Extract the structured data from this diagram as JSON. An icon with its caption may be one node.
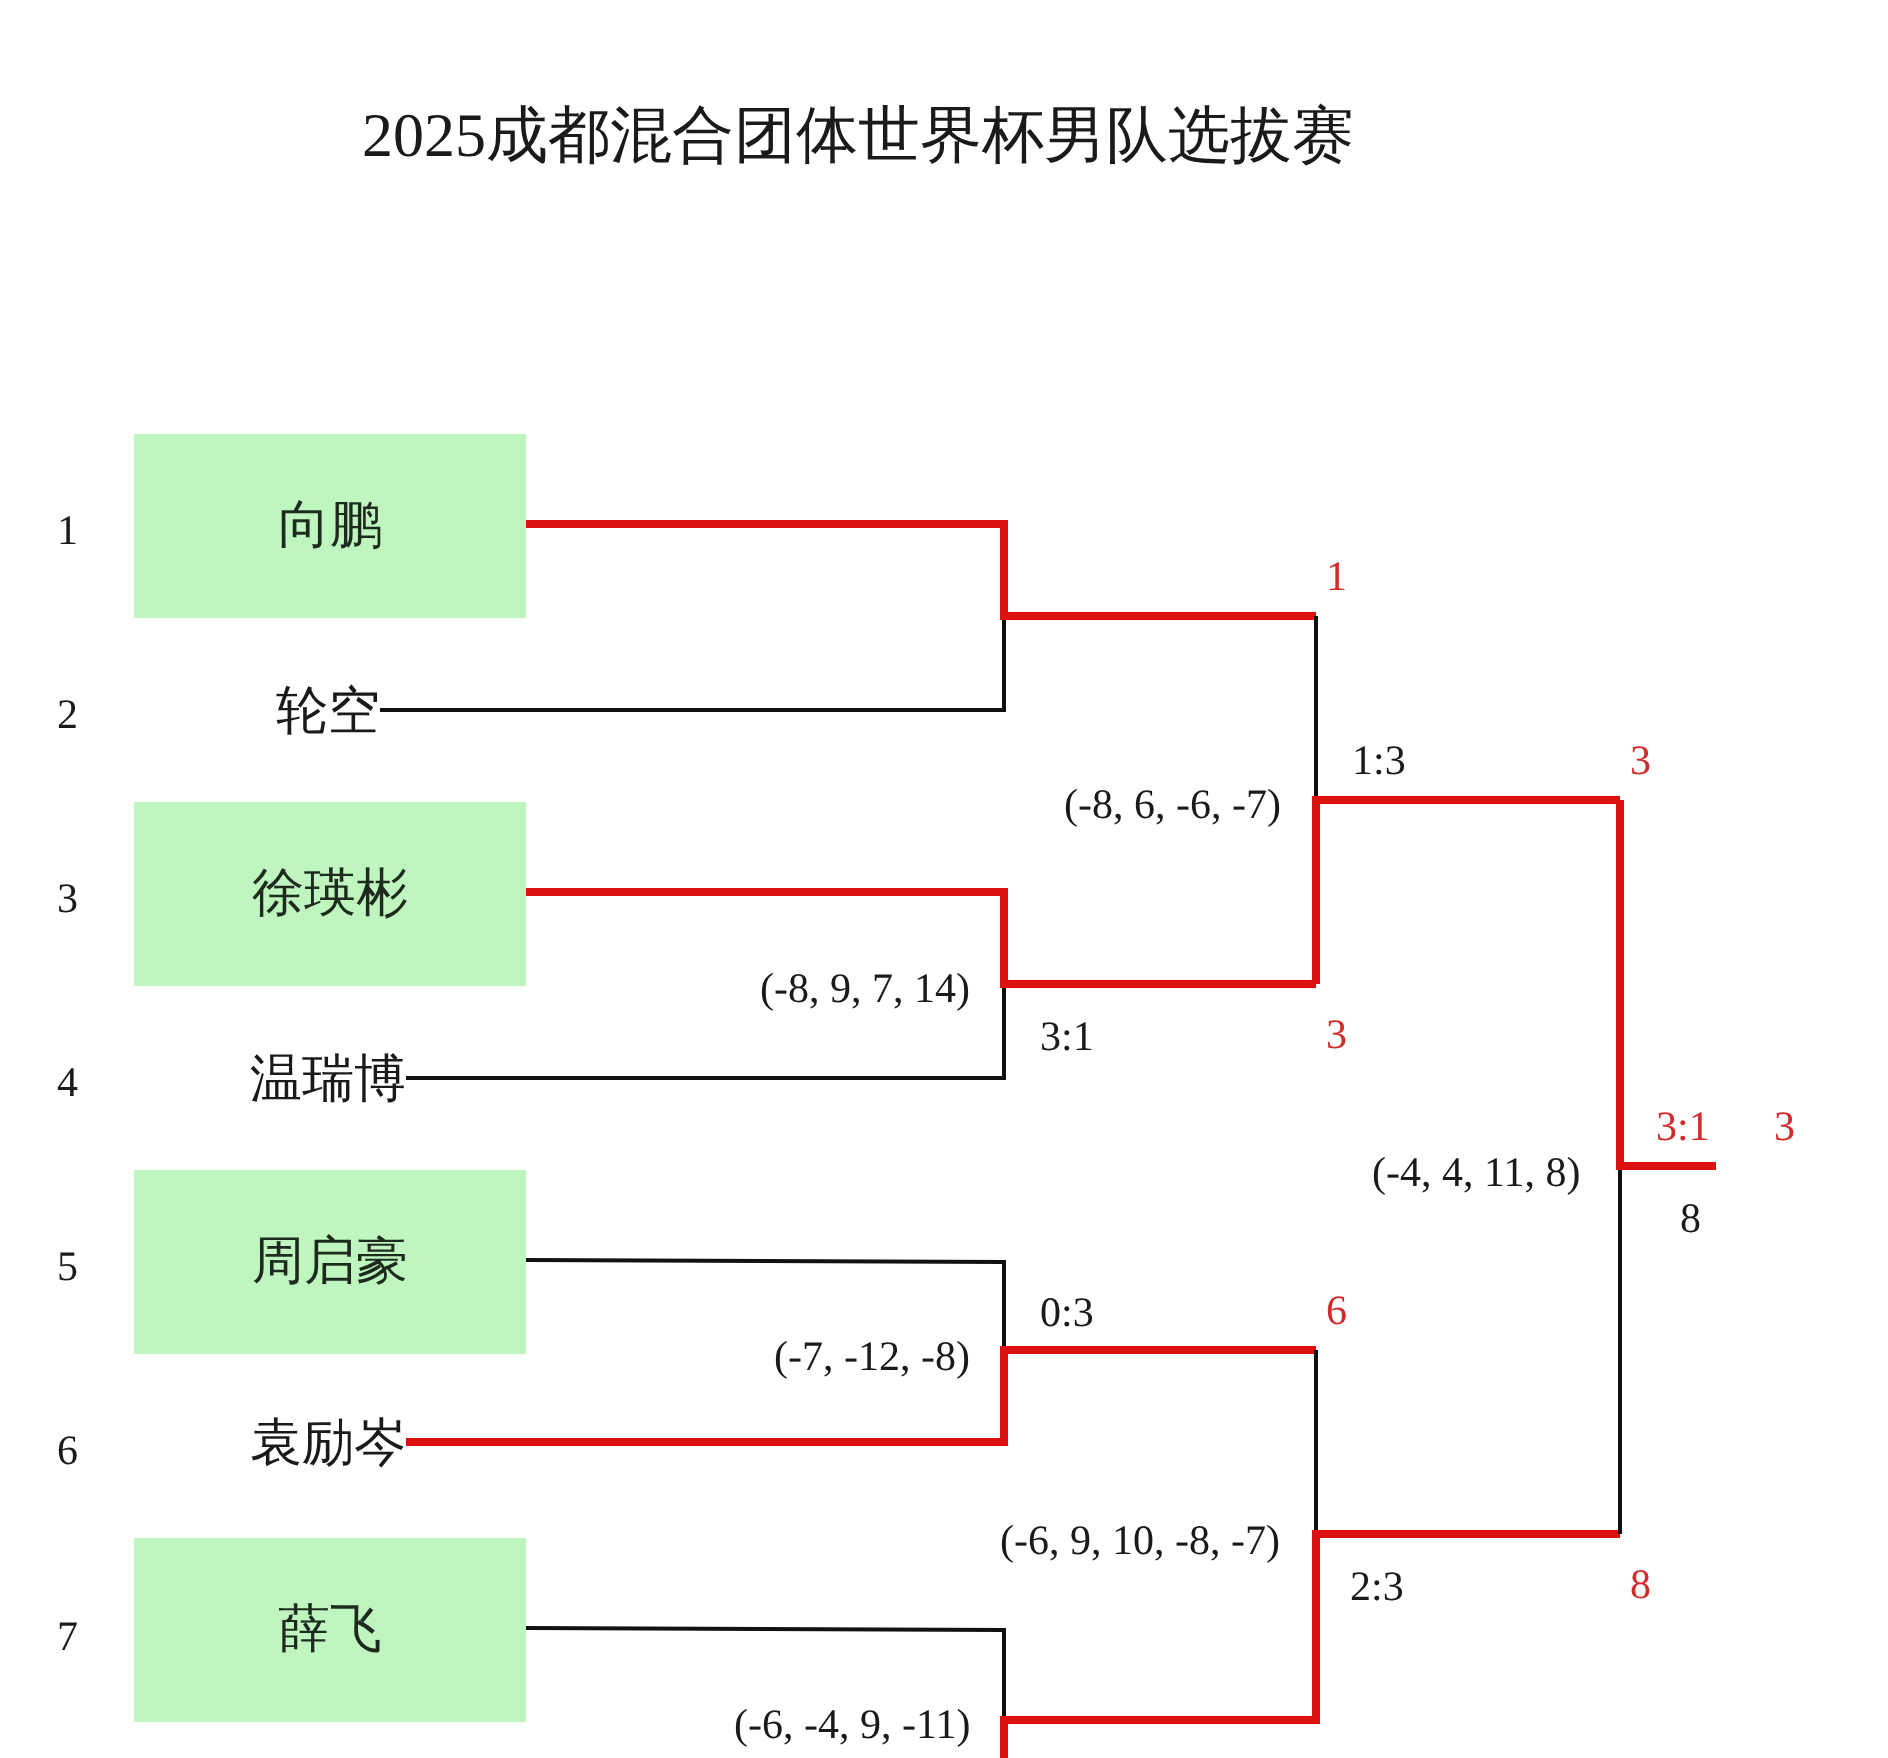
{
  "diagram": {
    "title": "2025成都混合团体世界杯男队选拔赛",
    "nodes": [
      {
        "text": [
          "向鹏"
        ],
        "beside": [
          "1"
        ]
      },
      {
        "text": [
          "轮空"
        ]
      },
      {
        "text": [
          "徐瑛彬"
        ],
        "beside": [
          "3"
        ]
      },
      {
        "text": [
          "温瑞博"
        ]
      },
      {
        "text": [
          "周启豪"
        ],
        "beside": [
          "5"
        ]
      },
      {
        "text": [
          "袁励岑"
        ]
      },
      {
        "text": [
          "薛飞"
        ],
        "beside": [
          "7"
        ]
      },
      {
        "text": [
          "1"
        ]
      },
      {
        "text": [
          "3"
        ]
      },
      {
        "text": [
          "3"
        ]
      },
      {
        "text": [
          "3"
        ]
      },
      {
        "text": [
          "6"
        ]
      },
      {
        "text": [
          "8"
        ]
      }
    ],
    "edges": [
      {
        "from": 0,
        "to": 7,
        "arrow": "none",
        "style": "thick",
        "color": "#dd1111"
      },
      {
        "from": 1,
        "to": null,
        "arrow": "none"
      },
      {
        "from": 2,
        "to": 9,
        "arrow": "none",
        "style": "thick",
        "color": "#dd1111"
      },
      {
        "from": 3,
        "to": null,
        "arrow": "none"
      },
      {
        "from": 7,
        "to": null,
        "arrow": "none"
      },
      {
        "from": 9,
        "to": 8,
        "arrow": "none",
        "style": "thick",
        "color": "#dd1111"
      },
      {
        "from": 4,
        "to": null,
        "arrow": "none"
      },
      {
        "from": 5,
        "to": 11,
        "arrow": "none",
        "style": "thick",
        "color": "#dd1111"
      },
      {
        "from": 6,
        "to": null,
        "arrow": "none"
      },
      {
        "from": null,
        "to": 12,
        "arrow": "none",
        "style": "thick",
        "color": "#dd1111"
      },
      {
        "from": 11,
        "to": null,
        "arrow": "none"
      },
      {
        "from": 8,
        "to": 10,
        "arrow": "none",
        "style": "thick",
        "color": "#dd1111"
      },
      {
        "from": 12,
        "to": null,
        "arrow": "none"
      }
    ],
    "labels": [
      "2",
      "1:3",
      "(-8, 6, -6, -7)",
      "(-8, 9, 7, 14)",
      "3:1",
      "4",
      "3:1",
      "(-4, 4, 11, 8)",
      "8",
      "0:3",
      "(-7, -12, -8)",
      "6",
      "(-6, 9, 10, -8, -7)",
      "2:3",
      "(-6, -4, 9, -11)"
    ]
  }
}
